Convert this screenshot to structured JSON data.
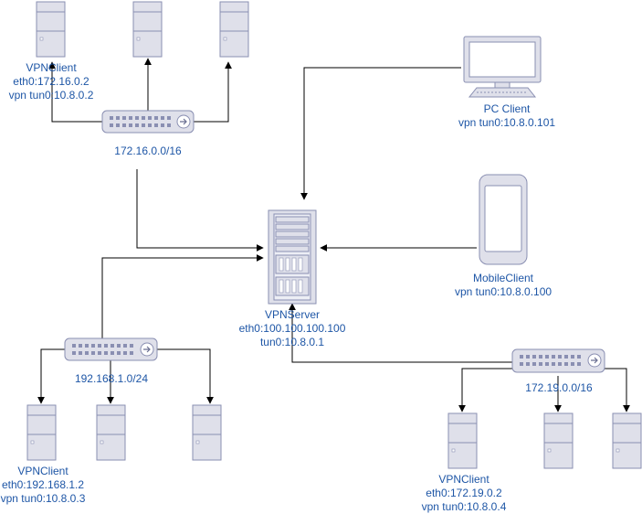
{
  "diagram": {
    "colors": {
      "text": "#1e56a6",
      "line": "#000000",
      "device_fill": "#dfe0ea",
      "device_stroke": "#8a8fb2"
    },
    "server": {
      "icon": "rack-server-icon",
      "name": "VPNServer",
      "eth": "eth0:100.100.100.100",
      "tun": "tun0:10.8.0.1"
    },
    "pc_client": {
      "icon": "desktop-monitor-icon",
      "name": "PC Client",
      "vpn": "vpn tun0:10.8.0.101"
    },
    "mobile_client": {
      "icon": "smartphone-icon",
      "name": "MobileClient",
      "vpn": "vpn tun0:10.8.0.100"
    },
    "networks": [
      {
        "subnet": "172.16.0.0/16",
        "client": {
          "name": "VPNClient",
          "eth": "eth0:172.16.0.2",
          "vpn": "vpn tun0:10.8.0.2"
        }
      },
      {
        "subnet": "192.168.1.0/24",
        "client": {
          "name": "VPNClient",
          "eth": "eth0:192.168.1.2",
          "vpn": "vpn tun0:10.8.0.3"
        }
      },
      {
        "subnet": "172.19.0.0/16",
        "client": {
          "name": "VPNClient",
          "eth": "eth0:172.19.0.2",
          "vpn": "vpn tun0:10.8.0.4"
        }
      }
    ]
  }
}
